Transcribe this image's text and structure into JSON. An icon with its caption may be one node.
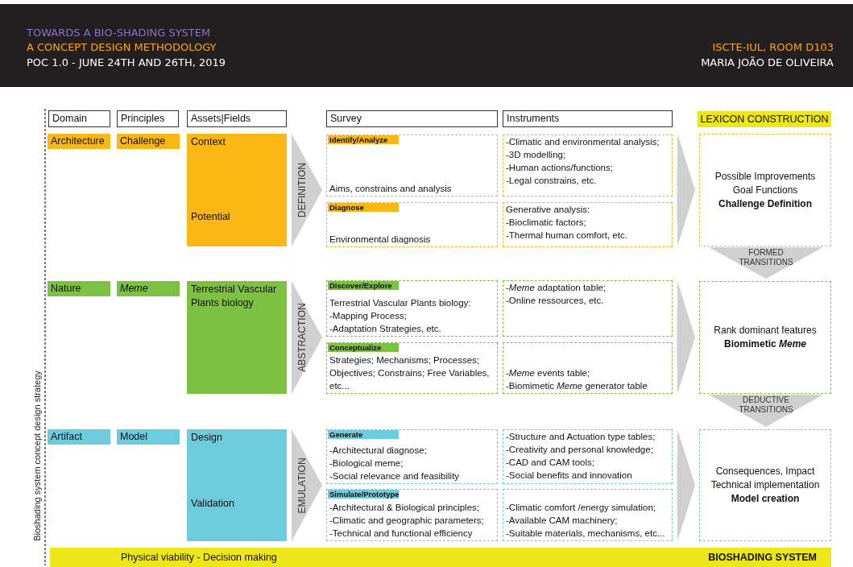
{
  "diagram": {
    "nodes": [
      {
        "text": [
          "Domain"
        ]
      },
      {
        "text": [
          "Principles"
        ]
      },
      {
        "text": [
          "Assets|Fields"
        ]
      },
      {
        "text": [
          "Survey"
        ]
      },
      {
        "text": [
          "Instruments"
        ]
      },
      {
        "text": [
          "LEXICON CONSTRUCTION"
        ]
      },
      {
        "text": [
          "Architecture"
        ]
      },
      {
        "text": [
          "Challenge"
        ]
      },
      {
        "text": [
          "Context",
          "Potential"
        ]
      },
      {
        "text": [
          "Identify/Analyze",
          "Aims, constrains and analysis"
        ]
      },
      {
        "text": [
          "-Climatic and environmental analysis;",
          "-3D modelling;",
          "-Human actions/functions;",
          "-Legal constrains, etc."
        ]
      },
      {
        "text": [
          "Diagnose",
          "Environmental diagnosis"
        ]
      },
      {
        "text": [
          "Generative analysis:",
          "-Bioclimatic factors;",
          "-Thermal human comfort, etc."
        ]
      },
      {
        "text": [
          "Possible Improvements",
          "Goal Functions",
          "Challenge Definition"
        ]
      },
      {
        "text": [
          "Nature"
        ]
      },
      {
        "text": [
          "Meme"
        ]
      },
      {
        "text": [
          "Terrestrial Vascular Plants biology"
        ]
      },
      {
        "text": [
          "Discover/Explore",
          "Terrestrial Vascular Plants biology:",
          "-Mapping Process;",
          "-Adaptation Strategies, etc."
        ]
      },
      {
        "text": [
          "-*Meme* adaptation table;",
          "-Online ressources, etc."
        ]
      },
      {
        "text": [
          "Conceptualize",
          "Strategies; Mechanisms; Processes; Objectives; Constrains; Free Variables, etc..."
        ]
      },
      {
        "text": [
          "-*Meme* events table;",
          "-Biomimetic *Meme* generator table"
        ]
      },
      {
        "text": [
          "Rank dominant features",
          "Biomimetic *Meme*"
        ]
      },
      {
        "text": [
          "Artifact"
        ]
      },
      {
        "text": [
          "Model"
        ]
      },
      {
        "text": [
          "Design",
          "Validation"
        ]
      },
      {
        "text": [
          "Generate",
          "-Architectural diagnose;",
          "-Biological meme;",
          "-Social relevance and feasibility"
        ]
      },
      {
        "text": [
          "-Structure and Actuation type tables;",
          "-Creativity and personal knowledge;",
          "-CAD and CAM tools;",
          "-Social benefits and innovation"
        ]
      },
      {
        "text": [
          "Simulate/Prototype",
          "-Architectural & Biological principles;",
          "-Climatic and geographic parameters;",
          "-Technical and functional efficiency"
        ]
      },
      {
        "text": [
          "-Climatic comfort /energy simulation;",
          "-Available CAM machinery;",
          "-Suitable materials, mechanisms, etc..."
        ]
      },
      {
        "text": [
          "Consequences, Impact",
          "Technical implementation",
          "Model creation"
        ]
      },
      {
        "text": [
          "Physical viability - Decision making",
          "BIOSHADING SYSTEM"
        ]
      }
    ],
    "edges": [
      {
        "from": 8,
        "to": 9,
        "arrow": "to",
        "label": "DEFINITION"
      },
      {
        "from": 8,
        "to": 11,
        "arrow": "to"
      },
      {
        "from": 10,
        "to": 13,
        "arrow": "to"
      },
      {
        "from": 12,
        "to": 13,
        "arrow": "to"
      },
      {
        "from": 13,
        "to": 21,
        "arrow": "to",
        "label": "FORMED TRANSITIONS"
      },
      {
        "from": 16,
        "to": 17,
        "arrow": "to",
        "label": "ABSTRACTION"
      },
      {
        "from": 16,
        "to": 19,
        "arrow": "to"
      },
      {
        "from": 18,
        "to": 21,
        "arrow": "to"
      },
      {
        "from": 20,
        "to": 21,
        "arrow": "to"
      },
      {
        "from": 21,
        "to": 29,
        "arrow": "to",
        "label": "DEDUCTIVE TRANSITIONS"
      },
      {
        "from": 24,
        "to": 25,
        "arrow": "to",
        "label": "EMULATION"
      },
      {
        "from": 24,
        "to": 27,
        "arrow": "to"
      },
      {
        "from": 26,
        "to": 29,
        "arrow": "to"
      },
      {
        "from": 28,
        "to": 29,
        "arrow": "to"
      }
    ],
    "labels": [
      "TOWARDS A BIO-SHADING SYSTEM",
      "A CONCEPT DESIGN METHODOLOGY",
      "POC 1.0 - JUNE 24TH AND 26TH, 2019",
      "ISCTE-IUL, ROOM D103",
      "MARIA JOÃO DE OLIVEIRA",
      "Bioshading system concept design strategy"
    ]
  }
}
